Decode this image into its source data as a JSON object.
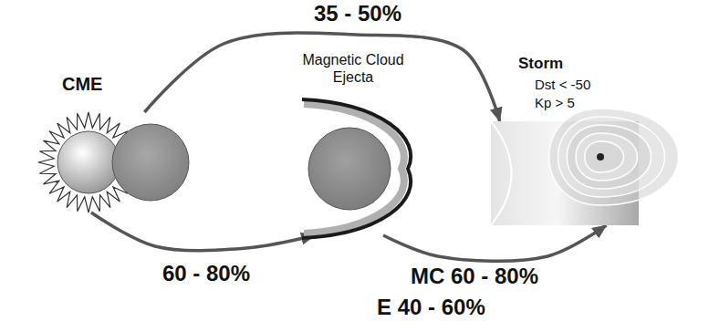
{
  "diagram": {
    "nodes": [
      {
        "text": [
          "CME"
        ]
      },
      {
        "text": [
          "Magnetic Cloud Ejecta"
        ]
      },
      {
        "text": [
          "Storm",
          "Dst < -50",
          "Kp > 5"
        ]
      }
    ],
    "edges": [
      {
        "from": 0,
        "to": 2,
        "arrow": "to",
        "label": "35 - 50%"
      },
      {
        "from": 0,
        "to": 1,
        "arrow": "to",
        "label": "60 - 80%"
      },
      {
        "from": 1,
        "to": 2,
        "arrow": "to",
        "label": "MC 60 - 80%"
      }
    ],
    "labels": [
      "E 40 - 60%"
    ]
  }
}
